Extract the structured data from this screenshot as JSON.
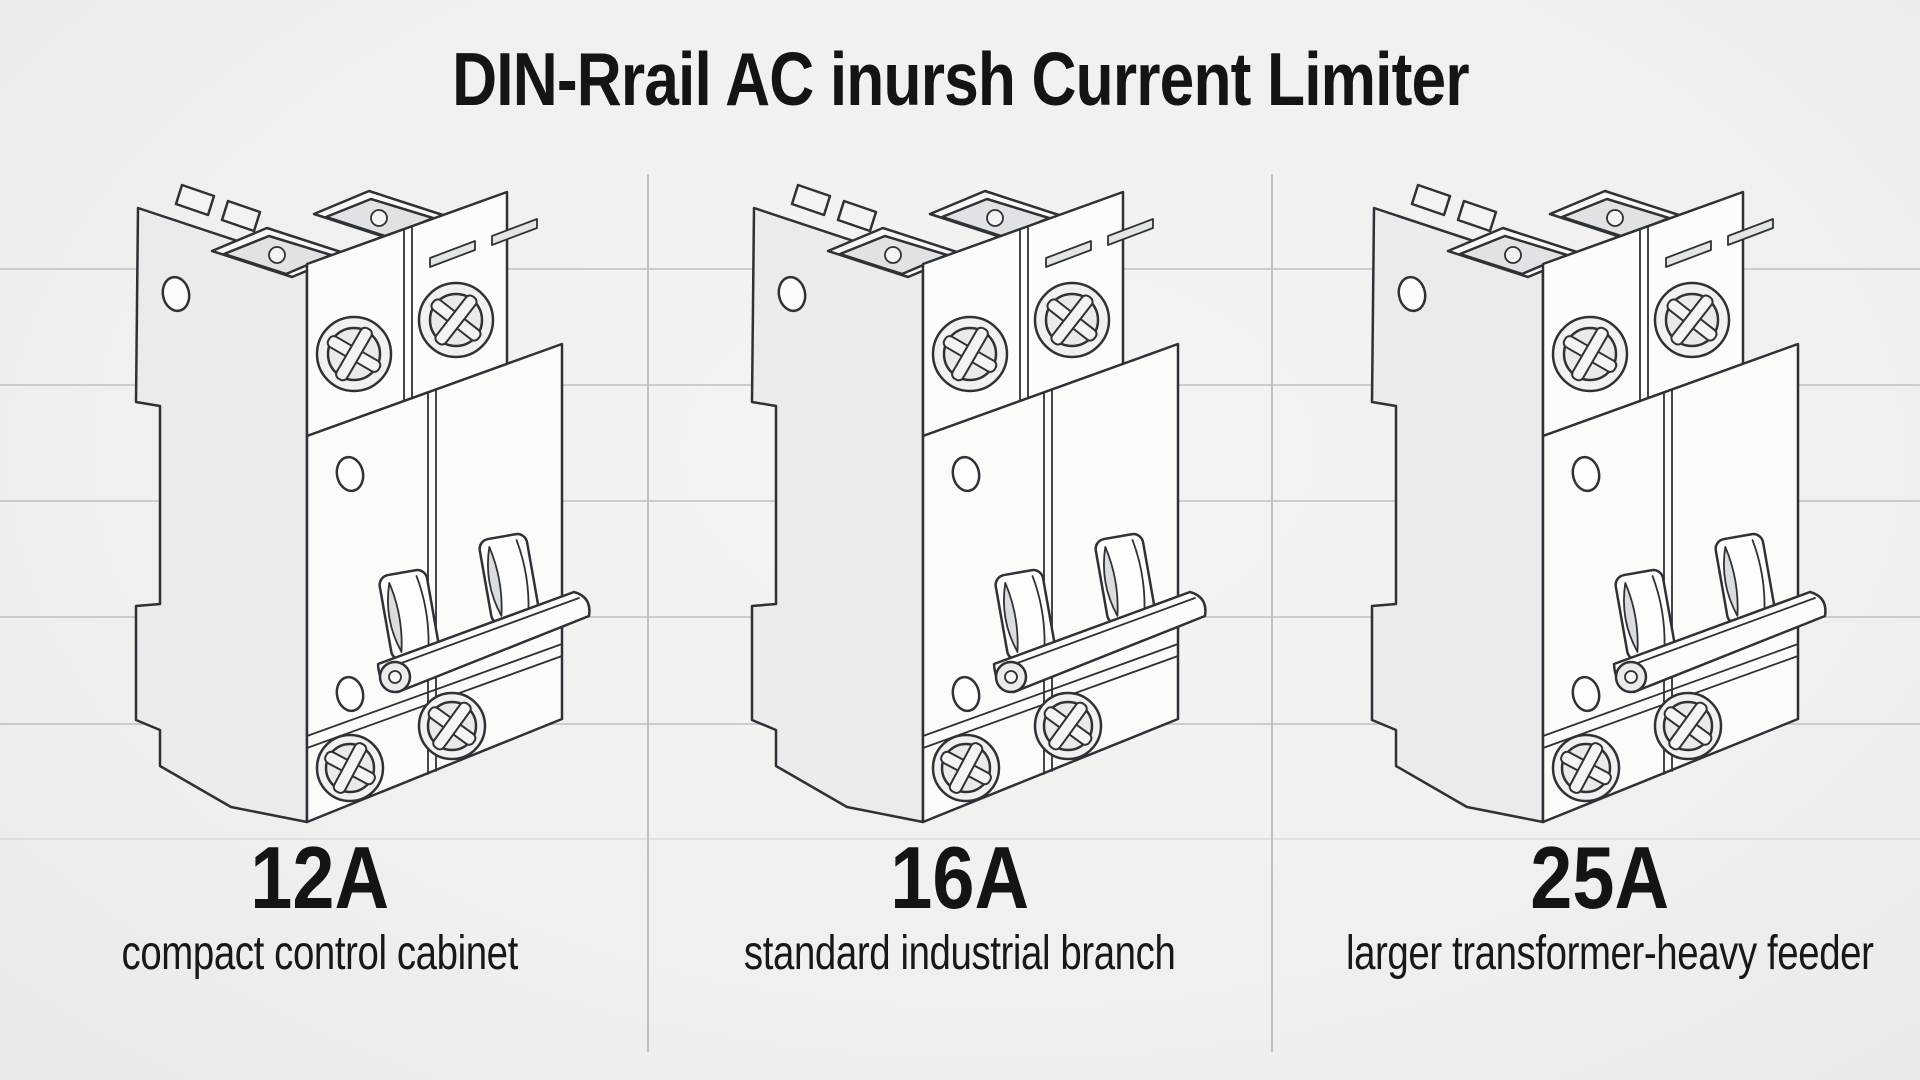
{
  "title": "DIN-Rrail AC inursh Current Limiter",
  "sections": [
    {
      "rating": "12A",
      "description": "compact control cabinet"
    },
    {
      "rating": "16A",
      "description": "standard industrial branch"
    },
    {
      "rating": "25A",
      "description": "larger transformer-heavy feeder"
    }
  ],
  "illustration": {
    "name": "din-rail-breaker-line-art",
    "poles": 2
  },
  "colors": {
    "background": "#eff0ef",
    "grid_line": "#b9bfc3",
    "outline": "#2e3236",
    "side_panel": "#e9ebec",
    "front_face": "#fbfbfa",
    "text": "#141414"
  }
}
